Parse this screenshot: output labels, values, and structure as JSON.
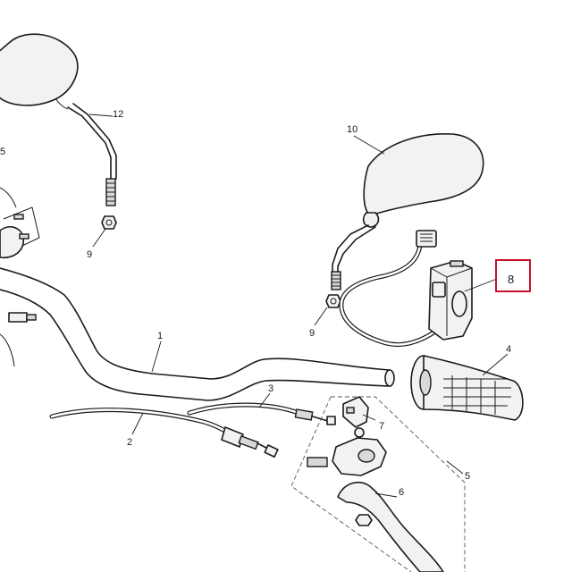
{
  "diagram": {
    "callouts": [
      {
        "id": "1",
        "label": "1"
      },
      {
        "id": "2",
        "label": "2"
      },
      {
        "id": "3",
        "label": "3"
      },
      {
        "id": "4",
        "label": "4"
      },
      {
        "id": "5a",
        "label": "5"
      },
      {
        "id": "5b",
        "label": "5"
      },
      {
        "id": "6",
        "label": "6"
      },
      {
        "id": "7",
        "label": "7"
      },
      {
        "id": "8",
        "label": "8"
      },
      {
        "id": "9a",
        "label": "9"
      },
      {
        "id": "9b",
        "label": "9"
      },
      {
        "id": "10",
        "label": "10"
      },
      {
        "id": "12",
        "label": "12"
      }
    ],
    "highlight": {
      "callout": "8",
      "color": "#c8102e"
    }
  }
}
